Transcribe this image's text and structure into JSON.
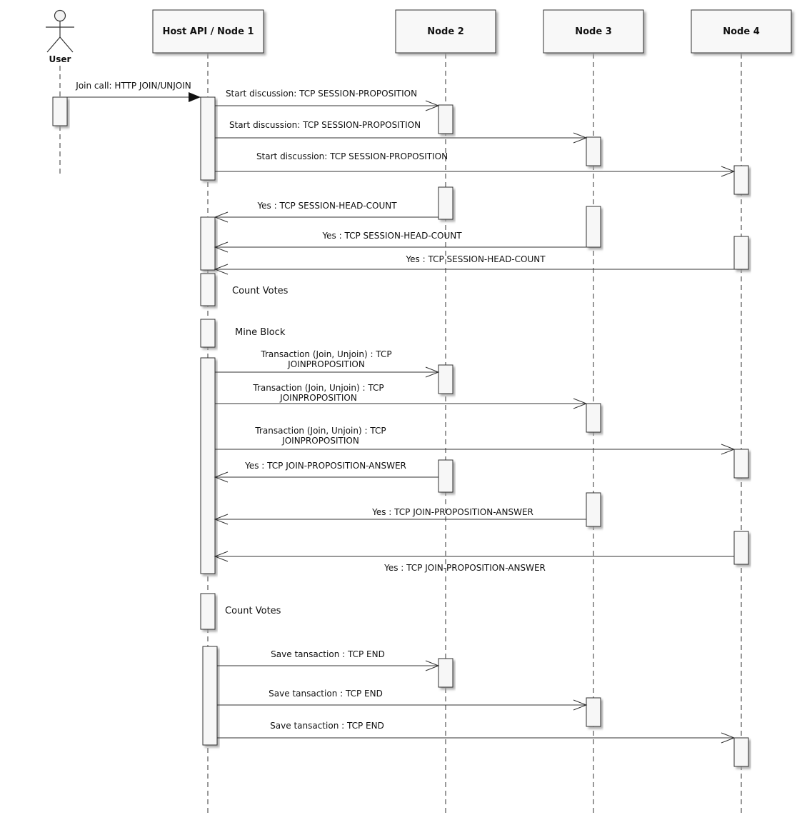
{
  "participants": [
    {
      "id": "user",
      "label": "User",
      "kind": "actor"
    },
    {
      "id": "host",
      "label": "Host API / Node 1",
      "kind": "box"
    },
    {
      "id": "node2",
      "label": "Node 2",
      "kind": "box"
    },
    {
      "id": "node3",
      "label": "Node 3",
      "kind": "box"
    },
    {
      "id": "node4",
      "label": "Node 4",
      "kind": "box"
    }
  ],
  "messages": [
    {
      "from": "user",
      "to": "host",
      "label": "Join call: HTTP JOIN/UNJOIN",
      "arrow": "filled"
    },
    {
      "from": "host",
      "to": "node2",
      "label": "Start discussion: TCP SESSION-PROPOSITION",
      "arrow": "open"
    },
    {
      "from": "host",
      "to": "node3",
      "label": "Start discussion: TCP SESSION-PROPOSITION",
      "arrow": "open"
    },
    {
      "from": "host",
      "to": "node4",
      "label": "Start discussion: TCP SESSION-PROPOSITION",
      "arrow": "open"
    },
    {
      "from": "node2",
      "to": "host",
      "label": "Yes : TCP SESSION-HEAD-COUNT",
      "arrow": "open"
    },
    {
      "from": "node3",
      "to": "host",
      "label": "Yes : TCP SESSION-HEAD-COUNT",
      "arrow": "open"
    },
    {
      "from": "node4",
      "to": "host",
      "label": "Yes : TCP SESSION-HEAD-COUNT",
      "arrow": "open"
    },
    {
      "from": "host",
      "to": "node2",
      "label": [
        "Transaction (Join, Unjoin) : TCP",
        "JOINPROPOSITION"
      ],
      "arrow": "open"
    },
    {
      "from": "host",
      "to": "node3",
      "label": [
        "Transaction (Join, Unjoin) : TCP",
        "JOINPROPOSITION"
      ],
      "arrow": "open"
    },
    {
      "from": "host",
      "to": "node4",
      "label": [
        "Transaction (Join, Unjoin) : TCP",
        "JOINPROPOSITION"
      ],
      "arrow": "open"
    },
    {
      "from": "node2",
      "to": "host",
      "label": "Yes : TCP JOIN-PROPOSITION-ANSWER",
      "arrow": "open"
    },
    {
      "from": "node3",
      "to": "host",
      "label": "Yes : TCP JOIN-PROPOSITION-ANSWER",
      "arrow": "open"
    },
    {
      "from": "node4",
      "to": "host",
      "label": "Yes : TCP JOIN-PROPOSITION-ANSWER",
      "arrow": "open"
    },
    {
      "from": "host",
      "to": "node2",
      "label": "Save tansaction : TCP END",
      "arrow": "open"
    },
    {
      "from": "host",
      "to": "node3",
      "label": "Save tansaction : TCP END",
      "arrow": "open"
    },
    {
      "from": "host",
      "to": "node4",
      "label": "Save tansaction : TCP END",
      "arrow": "open"
    }
  ],
  "self_actions": [
    {
      "on": "host",
      "label": "Count Votes"
    },
    {
      "on": "host",
      "label": "Mine Block"
    },
    {
      "on": "host",
      "label": "Count Votes"
    }
  ]
}
